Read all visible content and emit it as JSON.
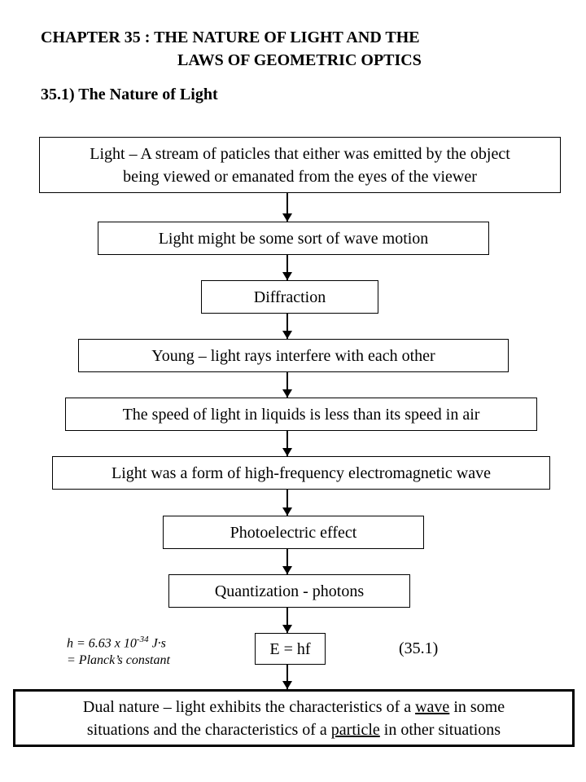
{
  "header": {
    "chapter_line1": "CHAPTER 35 : THE NATURE OF LIGHT AND THE",
    "chapter_line2": "LAWS OF GEOMETRIC OPTICS",
    "section": "35.1) The Nature of Light"
  },
  "flow": {
    "box1_line1": "Light – A stream of paticles that either was emitted by the object",
    "box1_line2": "being viewed or emanated from the eyes of the viewer",
    "box2": "Light might be some sort of wave motion",
    "box3": "Diffraction",
    "box4": "Young – light rays interfere with each other",
    "box5": "The speed of light in liquids is less than its speed in air",
    "box6": "Light was a form of high-frequency electromagnetic wave",
    "box7": "Photoelectric effect",
    "box8": "Quantization - photons",
    "box9": "E = hf",
    "equation_number": "(35.1)",
    "final_line1": "Dual nature – light exhibits the characteristics of a ",
    "final_word1": "wave",
    "final_line1_end": " in some",
    "final_line2_start": "situations and the characteristics of a ",
    "final_word2": "particle",
    "final_line2_end": " in other situations"
  },
  "note": {
    "planck_prefix": "h = 6.63 x 10",
    "planck_exponent": "-34",
    "planck_unit": " J·s",
    "planck_label": "= Planck’s constant"
  }
}
